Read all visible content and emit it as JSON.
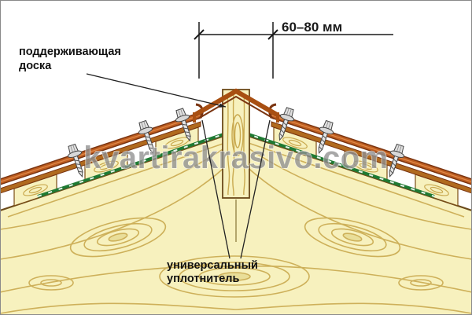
{
  "diagram": {
    "watermark": "kvartirakrasivo.com",
    "dimension_label": "60–80 мм",
    "supporting_board_label": {
      "line1": "поддерживающая",
      "line2": "доска"
    },
    "seal_label": {
      "line1": "универсальный",
      "line2": "уплотнитель"
    },
    "colors": {
      "wood": "#F7F1BE",
      "wood_grain": "#C9A94F",
      "wood_outline": "#6B4A1B",
      "sheet_metal": "#BE5E20",
      "sheet_metal_dark": "#7A3410",
      "batten": "#B06A1E",
      "seal_green": "#1E7A33",
      "annotation": "#1a1a1a",
      "watermark": "#8f8f8f"
    }
  }
}
